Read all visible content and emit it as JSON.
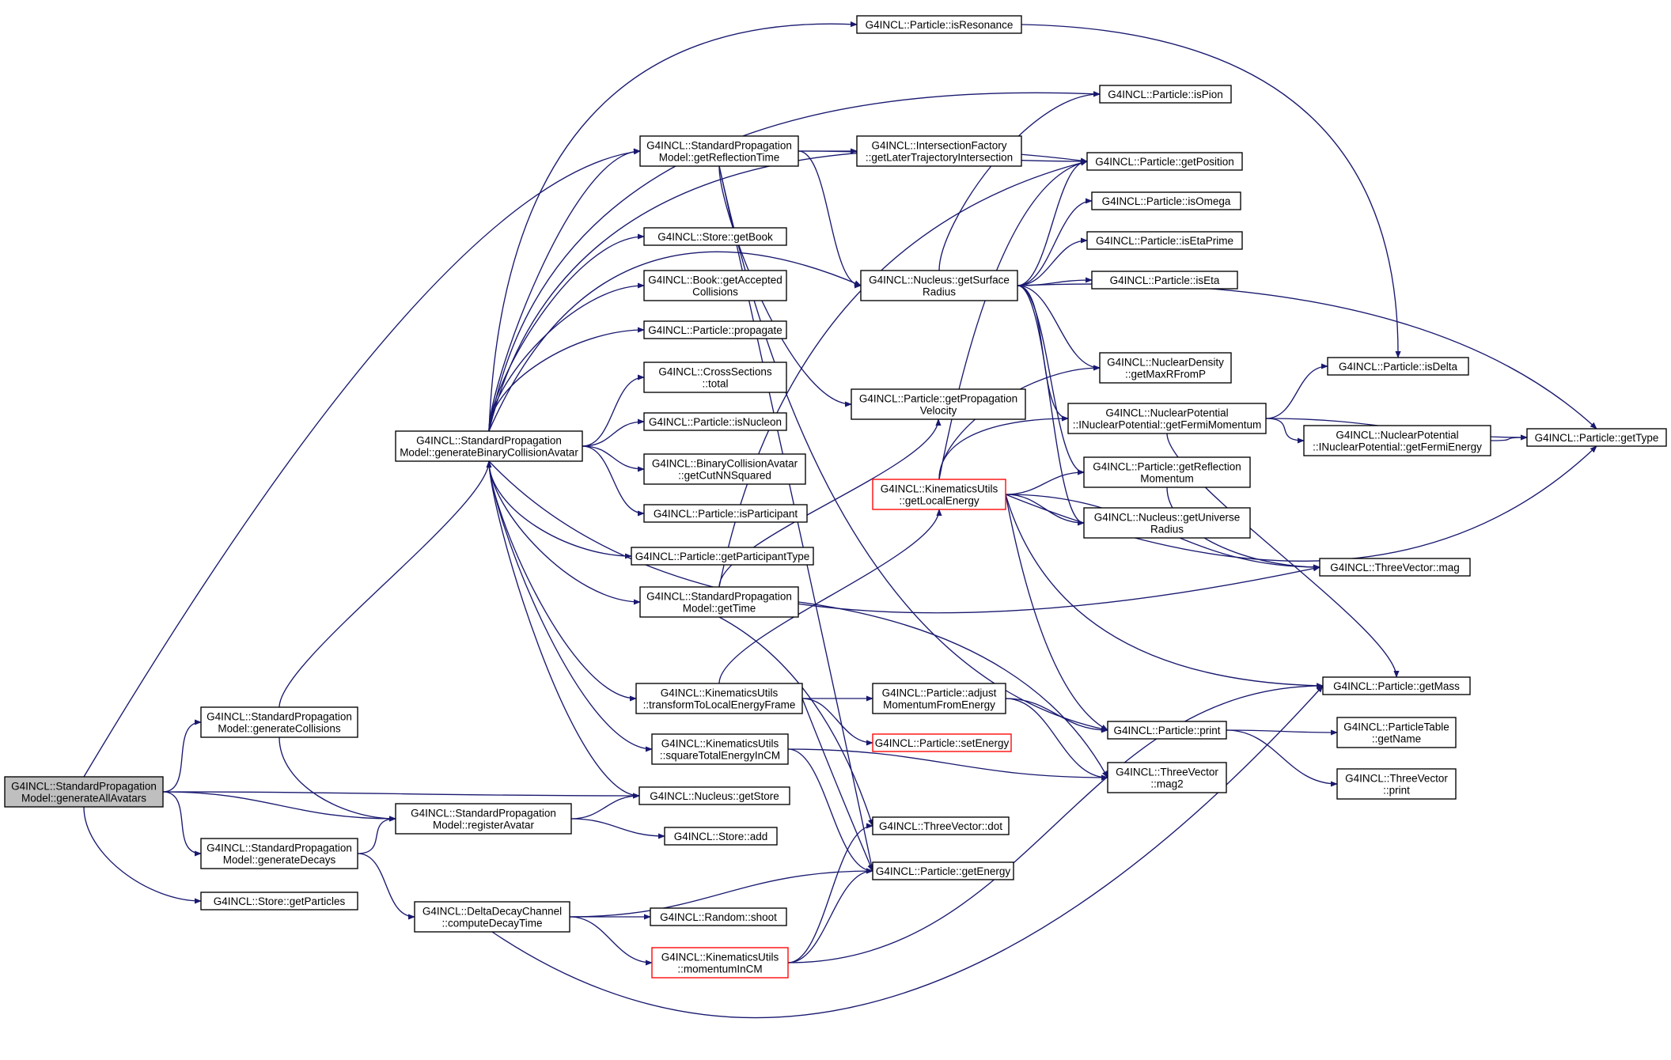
{
  "colors": {
    "edge": "#191970",
    "node_border": "#000000",
    "node_border_truncated": "#ff0000",
    "root_fill": "#bfbfbf"
  },
  "nodes": {
    "root": [
      "G4INCL::StandardPropagation",
      "Model::generateAllAvatars"
    ],
    "genCollisions": [
      "G4INCL::StandardPropagation",
      "Model::generateCollisions"
    ],
    "genDecays": [
      "G4INCL::StandardPropagation",
      "Model::generateDecays"
    ],
    "getParticles": [
      "G4INCL::Store::getParticles"
    ],
    "genBCA": [
      "G4INCL::StandardPropagation",
      "Model::generateBinaryCollisionAvatar"
    ],
    "registerAvatar": [
      "G4INCL::StandardPropagation",
      "Model::registerAvatar"
    ],
    "computeDecayTime": [
      "G4INCL::DeltaDecayChannel",
      "::computeDecayTime"
    ],
    "getReflectionTime": [
      "G4INCL::StandardPropagation",
      "Model::getReflectionTime"
    ],
    "getBook": [
      "G4INCL::Store::getBook"
    ],
    "getAccepted": [
      "G4INCL::Book::getAccepted",
      "Collisions"
    ],
    "propagate": [
      "G4INCL::Particle::propagate"
    ],
    "total": [
      "G4INCL::CrossSections",
      "::total"
    ],
    "isNucleon": [
      "G4INCL::Particle::isNucleon"
    ],
    "getCutNN": [
      "G4INCL::BinaryCollisionAvatar",
      "::getCutNNSquared"
    ],
    "isParticipant": [
      "G4INCL::Particle::isParticipant"
    ],
    "getParticipantType": [
      "G4INCL::Particle::getParticipantType"
    ],
    "getTime": [
      "G4INCL::StandardPropagation",
      "Model::getTime"
    ],
    "transformToLocal": [
      "G4INCL::KinematicsUtils",
      "::transformToLocalEnergyFrame"
    ],
    "squareTotal": [
      "G4INCL::KinematicsUtils",
      "::squareTotalEnergyInCM"
    ],
    "nucleusGetStore": [
      "G4INCL::Nucleus::getStore"
    ],
    "storeAdd": [
      "G4INCL::Store::add"
    ],
    "randomShoot": [
      "G4INCL::Random::shoot"
    ],
    "momentumInCM": [
      "G4INCL::KinematicsUtils",
      "::momentumInCM"
    ],
    "isResonance": [
      "G4INCL::Particle::isResonance"
    ],
    "getLaterTraj": [
      "G4INCL::IntersectionFactory",
      "::getLaterTrajectoryIntersection"
    ],
    "getSurfaceRadius": [
      "G4INCL::Nucleus::getSurface",
      "Radius"
    ],
    "getPropVelocity": [
      "G4INCL::Particle::getPropagation",
      "Velocity"
    ],
    "getLocalEnergy": [
      "G4INCL::KinematicsUtils",
      "::getLocalEnergy"
    ],
    "adjustMomentum": [
      "G4INCL::Particle::adjust",
      "MomentumFromEnergy"
    ],
    "setEnergy": [
      "G4INCL::Particle::setEnergy"
    ],
    "tvDot": [
      "G4INCL::ThreeVector::dot"
    ],
    "getEnergy": [
      "G4INCL::Particle::getEnergy"
    ],
    "isPion": [
      "G4INCL::Particle::isPion"
    ],
    "getPosition": [
      "G4INCL::Particle::getPosition"
    ],
    "isOmega": [
      "G4INCL::Particle::isOmega"
    ],
    "isEtaPrime": [
      "G4INCL::Particle::isEtaPrime"
    ],
    "isEta": [
      "G4INCL::Particle::isEta"
    ],
    "getMaxR": [
      "G4INCL::NuclearDensity",
      "::getMaxRFromP"
    ],
    "getFermiMomentum": [
      "G4INCL::NuclearPotential",
      "::INuclearPotential::getFermiMomentum"
    ],
    "getReflMomentum": [
      "G4INCL::Particle::getReflection",
      "Momentum"
    ],
    "getUniverseRadius": [
      "G4INCL::Nucleus::getUniverse",
      "Radius"
    ],
    "print": [
      "G4INCL::Particle::print"
    ],
    "mag2": [
      "G4INCL::ThreeVector",
      "::mag2"
    ],
    "isDelta": [
      "G4INCL::Particle::isDelta"
    ],
    "getFermiEnergy": [
      "G4INCL::NuclearPotential",
      "::INuclearPotential::getFermiEnergy"
    ],
    "mag": [
      "G4INCL::ThreeVector::mag"
    ],
    "getMass": [
      "G4INCL::Particle::getMass"
    ],
    "getName": [
      "G4INCL::ParticleTable",
      "::getName"
    ],
    "tvPrint": [
      "G4INCL::ThreeVector",
      "::print"
    ],
    "getType": [
      "G4INCL::Particle::getType"
    ]
  }
}
